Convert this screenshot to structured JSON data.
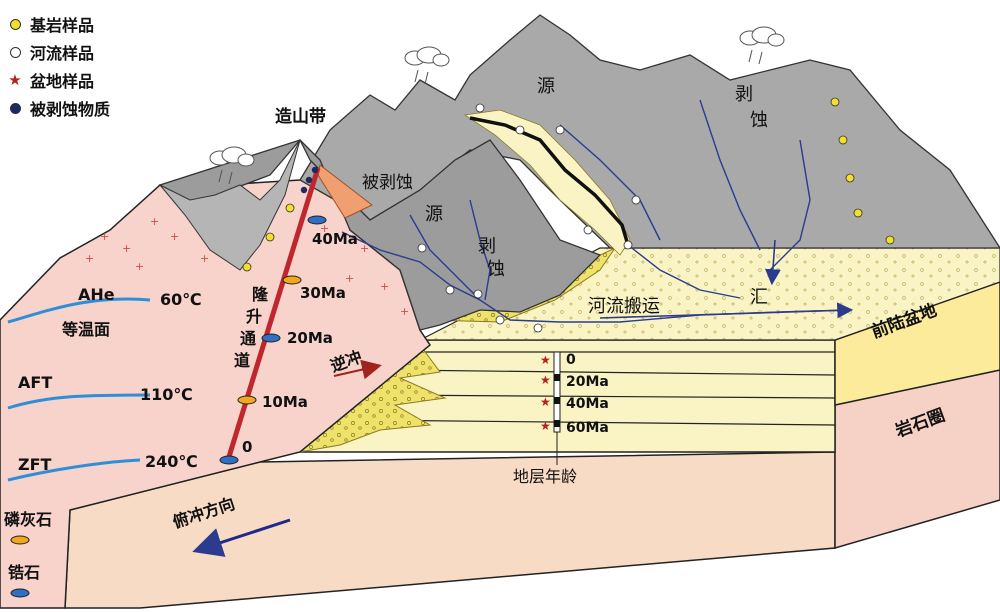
{
  "legend": [
    {
      "name": "legend-bedrock-sample",
      "symbol": "bedrock",
      "label": "基岩样品",
      "color": "#f2e02a"
    },
    {
      "name": "legend-river-sample",
      "symbol": "river",
      "label": "河流样品",
      "color": "#ffffff"
    },
    {
      "name": "legend-basin-sample",
      "symbol": "star",
      "label": "盆地样品",
      "color": "#b0231e"
    },
    {
      "name": "legend-eroded-material",
      "symbol": "eroded",
      "label": "被剥蚀物质",
      "color": "#1d2a5c"
    }
  ],
  "labels": {
    "orogen": "造山带",
    "eroded": "被剥蚀",
    "source_top": "源",
    "source_left": "源",
    "strip_top": "剥",
    "strip_top2": "蚀",
    "strip_mid": "剥",
    "strip_mid2": "蚀",
    "river_transport": "河流搬运",
    "sink": "汇",
    "foreland_basin": "前陆盆地",
    "lithosphere": "岩石圈",
    "strata_age": "地层年龄",
    "thrust": "逆冲",
    "subduction_direction": "俯冲方向",
    "uplift_channel": [
      "隆",
      "升",
      "通",
      "道"
    ],
    "ahe": "AHe",
    "isotherm": "等温面",
    "aft": "AFT",
    "zft": "ZFT",
    "temp_60": "60℃",
    "temp_110": "110℃",
    "temp_240": "240℃",
    "apatite": "磷灰石",
    "zircon": "锆石"
  },
  "channel_ages": [
    "40Ma",
    "30Ma",
    "20Ma",
    "10Ma",
    "0"
  ],
  "strata_ages": [
    "0",
    "20Ma",
    "40Ma",
    "60Ma"
  ],
  "colors": {
    "crust_pink": "#f7d3cb",
    "slab": "#f7dbc4",
    "basin_yellow": "#faf3c3",
    "mountain_gray": "#a9a9a9",
    "river_blue": "#2b3b8f",
    "isotherm_blue": "#2e8fd8",
    "channel_red": "#c0272d",
    "apatite_orange": "#f2a81d",
    "zircon_blue": "#2f6fc5",
    "sediment_yellow": "#efe26a"
  }
}
